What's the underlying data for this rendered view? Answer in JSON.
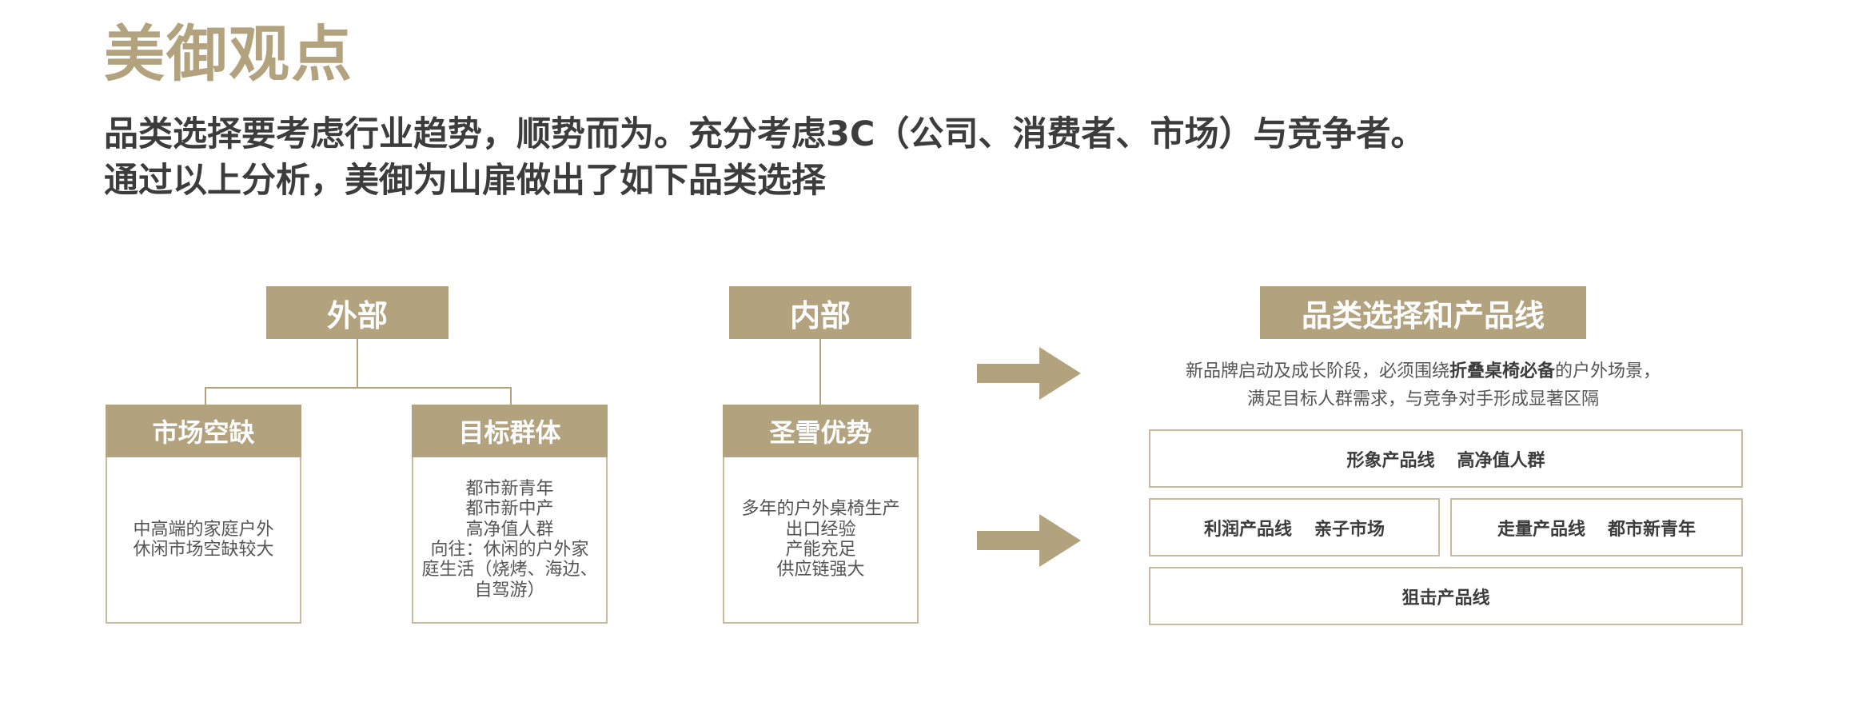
{
  "title": "美御观点",
  "subtitle_lines": [
    "品类选择要考虑行业趋势，顺势而为。充分考虑3C（公司、消费者、市场）与竞争者。",
    "通过以上分析，美御为山扉做出了如下品类选择"
  ],
  "external": {
    "header": "外部",
    "market_gap": {
      "header": "市场空缺",
      "lines": [
        "中高端的家庭户外",
        "休闲市场空缺较大"
      ]
    },
    "target_group": {
      "header": "目标群体",
      "lines": [
        "都市新青年",
        "都市新中产",
        "高净值人群",
        "向往：休闲的户外家",
        "庭生活（烧烤、海边、",
        "自驾游）"
      ]
    }
  },
  "internal": {
    "header": "内部",
    "advantage": {
      "header": "圣雪优势",
      "lines": [
        "多年的户外桌椅生产",
        "出口经验",
        "产能充足",
        "供应链强大"
      ]
    }
  },
  "category": {
    "header": "品类选择和产品线",
    "desc_line1_pre": "新品牌启动及成长阶段，必须围绕",
    "desc_line1_bold": "折叠桌椅必备",
    "desc_line1_post": "的户外场景，",
    "desc_line2": "满足目标人群需求，与竞争对手形成显著区隔",
    "lines": {
      "image": {
        "name": "形象产品线",
        "target": "高净值人群"
      },
      "profit": {
        "name": "利润产品线",
        "target": "亲子市场"
      },
      "volume": {
        "name": "走量产品线",
        "target": "都市新青年"
      },
      "snipe": {
        "name": "狙击产品线"
      }
    }
  },
  "colors": {
    "accent": "#b2a27e",
    "border": "#c8bb9d",
    "text_dark": "#3c3c3c",
    "text_body": "#555555"
  },
  "icons": [
    "arrow-right-icon"
  ]
}
